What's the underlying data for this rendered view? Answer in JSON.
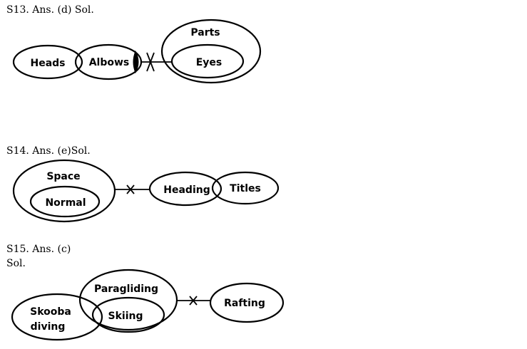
{
  "s13": {
    "header": "S13. Ans. (d) Sol.",
    "labels": {
      "heads": "Heads",
      "albows": "Albows",
      "parts": "Parts",
      "eyes": "Eyes"
    }
  },
  "s14": {
    "header": "S14. Ans. (e)Sol.",
    "labels": {
      "space": "Space",
      "normal": "Normal",
      "heading": "Heading",
      "titles": "Titles"
    }
  },
  "s15": {
    "header": "S15. Ans. (c)",
    "subheader": "Sol.",
    "labels": {
      "paragliding": "Paragliding",
      "skiing": "Skiing",
      "skooba_line1": "Skooba",
      "skooba_line2": "diving",
      "rafting": "Rafting"
    }
  }
}
